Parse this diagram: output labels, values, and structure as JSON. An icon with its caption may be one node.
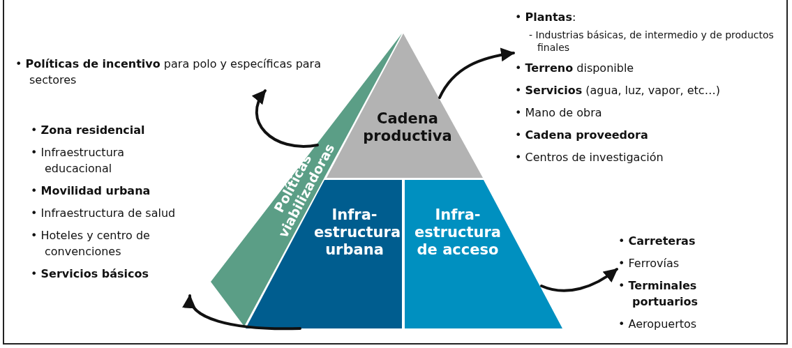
{
  "diagram": {
    "nodes": [
      {
        "text": [
          "Cadena productiva"
        ]
      },
      {
        "text": [
          "Políticas viabilizadoras"
        ]
      },
      {
        "text": [
          "Infra-estructura urbana"
        ]
      },
      {
        "text": [
          "Infra-estructura de acceso"
        ]
      },
      {
        "text": [
          "• **Políticas de incentivo** para polo y específicas para sectores"
        ]
      },
      {
        "text": [
          "• **Zona residencial**",
          "• Infraestructura educacional",
          "• **Movilidad urbana**",
          "• Infraestructura de salud",
          "• Hoteles y centro de convenciones",
          "• **Servicios básicos**"
        ]
      },
      {
        "text": [
          "• **Plantas**:",
          "- Industrias básicas, de intermedio y de productos finales",
          "• **Terreno** disponible",
          "• **Servicios** (agua, luz, vapor, etc…)",
          "• Mano de obra",
          "• **Cadena proveedora**",
          "• Centros de investigación"
        ]
      },
      {
        "text": [
          "• **Carreteras**",
          "• Ferrovías",
          "• **Terminales portuarios**",
          "• Aeropuertos"
        ]
      }
    ],
    "edges": [
      {
        "from": 1,
        "to": 4,
        "arrow": "to"
      },
      {
        "from": 0,
        "to": 6,
        "arrow": "to"
      },
      {
        "from": 2,
        "to": 5,
        "arrow": "to"
      },
      {
        "from": 3,
        "to": 7,
        "arrow": "to"
      }
    ]
  }
}
